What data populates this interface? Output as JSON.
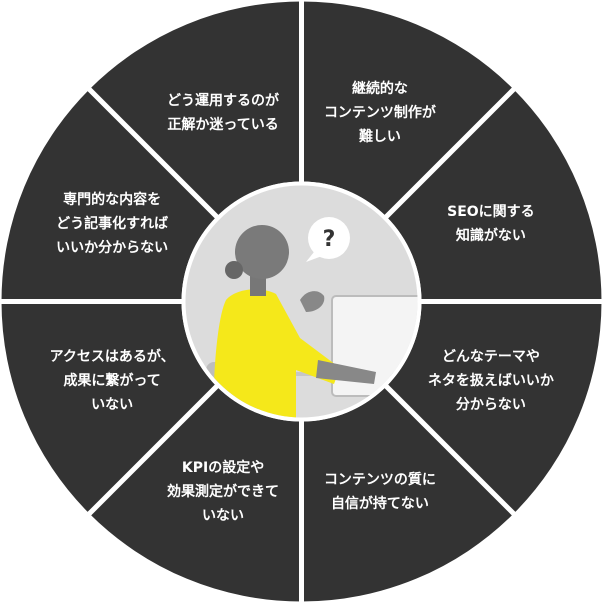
{
  "colors": {
    "segment": "#333333",
    "divider": "#ffffff",
    "center_bg": "#dcdcdc",
    "accent_yellow": "#f5e81a",
    "person": "#7a7a7a",
    "monitor": "#f4f4f4",
    "text": "#ffffff",
    "bubble_text": "#333333"
  },
  "center": {
    "illustration": "person-thinking-at-computer",
    "question_mark": "?"
  },
  "segments": [
    {
      "lines": [
        "継続的な",
        "コンテンツ制作が",
        "難しい"
      ]
    },
    {
      "lines": [
        "SEOに関する",
        "知識がない"
      ]
    },
    {
      "lines": [
        "どんなテーマや",
        "ネタを扱えばいいか",
        "分からない"
      ]
    },
    {
      "lines": [
        "コンテンツの質に",
        "自信が持てない"
      ]
    },
    {
      "lines": [
        "KPIの設定や",
        "効果測定ができて",
        "いない"
      ]
    },
    {
      "lines": [
        "アクセスはあるが、",
        "成果に繋がって",
        "いない"
      ]
    },
    {
      "lines": [
        "専門的な内容を",
        "どう記事化すれば",
        "いいか分からない"
      ]
    },
    {
      "lines": [
        "どう運用するのが",
        "正解か迷っている"
      ]
    }
  ]
}
